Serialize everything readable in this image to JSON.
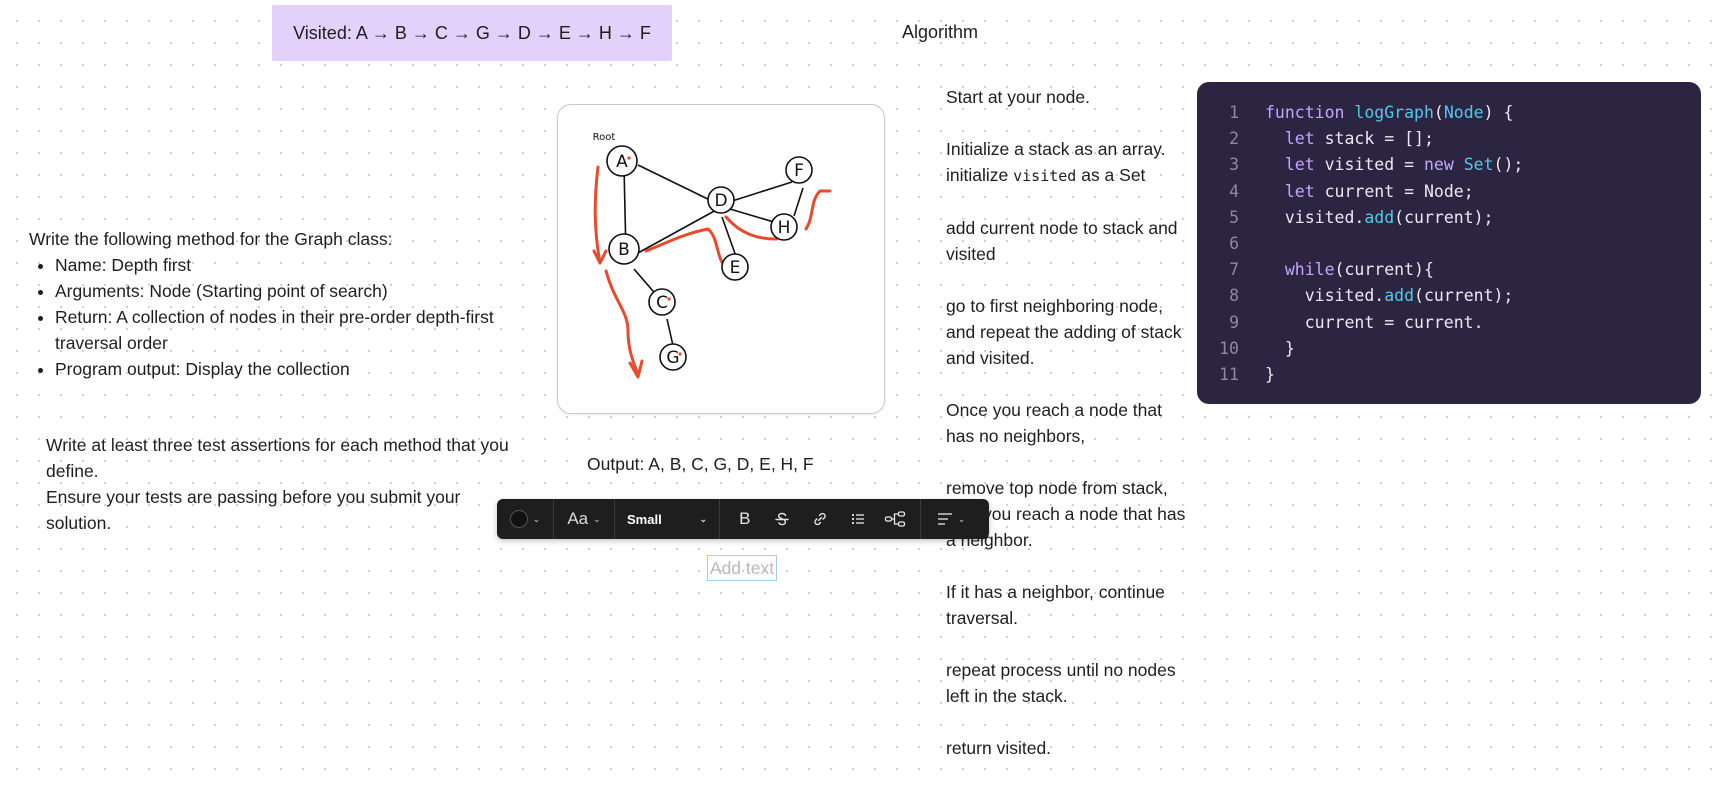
{
  "visited_banner": "Visited: A → B → C → G → D → E → H → F",
  "algorithm_title": "Algorithm",
  "instructions": {
    "intro": "Write the following method for the Graph class:",
    "bullets": [
      "Name: Depth first",
      "Arguments: Node (Starting point of search)",
      "Return: A collection of nodes in their pre-order depth-first traversal order",
      "Program output: Display the collection"
    ]
  },
  "tests": {
    "line1": "Write at least three test assertions for each method that you define.",
    "line2": "Ensure your tests are passing before you submit your solution."
  },
  "graph": {
    "root_label": "Root",
    "nodes": [
      "A",
      "B",
      "C",
      "D",
      "E",
      "F",
      "G",
      "H"
    ],
    "edges": [
      [
        "A",
        "B"
      ],
      [
        "A",
        "D"
      ],
      [
        "B",
        "D"
      ],
      [
        "B",
        "C"
      ],
      [
        "C",
        "G"
      ],
      [
        "D",
        "E"
      ],
      [
        "D",
        "F"
      ],
      [
        "D",
        "H"
      ],
      [
        "F",
        "H"
      ]
    ]
  },
  "output_line": "Output: A, B, C, G, D, E, H, F",
  "steps": {
    "s1": "Start at your node.",
    "s2a": "Initialize a stack as an array.",
    "s2b_pre": "initialize ",
    "s2b_code": "visited",
    "s2b_post": " as a Set",
    "s3": "add current node to stack and visited",
    "s4": "go to first neighboring node, and repeat the adding of stack and visited.",
    "s5": "Once you reach a node that has no neighbors,",
    "s6": "remove top node from stack, until you reach a node that has a neighbor.",
    "s7": "If it has a neighbor, continue traversal.",
    "s8": "repeat process until no nodes left in the stack.",
    "s9": "return visited."
  },
  "code": {
    "line_numbers": [
      "1",
      "2",
      "3",
      "4",
      "5",
      "6",
      "7",
      "8",
      "9",
      "10",
      "11"
    ],
    "lines": [
      [
        {
          "t": "function ",
          "c": "kw"
        },
        {
          "t": "logGraph",
          "c": "fn"
        },
        {
          "t": "(",
          "c": ""
        },
        {
          "t": "Node",
          "c": "fn"
        },
        {
          "t": ") {",
          "c": ""
        }
      ],
      [
        {
          "t": "  ",
          "c": ""
        },
        {
          "t": "let",
          "c": "kw"
        },
        {
          "t": " stack = [];",
          "c": ""
        }
      ],
      [
        {
          "t": "  ",
          "c": ""
        },
        {
          "t": "let",
          "c": "kw"
        },
        {
          "t": " visited = ",
          "c": ""
        },
        {
          "t": "new",
          "c": "kw"
        },
        {
          "t": " ",
          "c": ""
        },
        {
          "t": "Set",
          "c": "fn"
        },
        {
          "t": "();",
          "c": ""
        }
      ],
      [
        {
          "t": "  ",
          "c": ""
        },
        {
          "t": "let",
          "c": "kw"
        },
        {
          "t": " current = Node;",
          "c": ""
        }
      ],
      [
        {
          "t": "  visited.",
          "c": ""
        },
        {
          "t": "add",
          "c": "fn"
        },
        {
          "t": "(current);",
          "c": ""
        }
      ],
      [
        {
          "t": "",
          "c": ""
        }
      ],
      [
        {
          "t": "  ",
          "c": ""
        },
        {
          "t": "while",
          "c": "kw"
        },
        {
          "t": "(current){",
          "c": ""
        }
      ],
      [
        {
          "t": "    visited.",
          "c": ""
        },
        {
          "t": "add",
          "c": "fn"
        },
        {
          "t": "(current);",
          "c": ""
        }
      ],
      [
        {
          "t": "    current = current.",
          "c": ""
        }
      ],
      [
        {
          "t": "  }",
          "c": ""
        }
      ],
      [
        {
          "t": "}",
          "c": ""
        }
      ]
    ]
  },
  "toolbar": {
    "font_icon_label": "Aa",
    "size_value": "Small",
    "bold_label": "B"
  },
  "add_text_placeholder": "Add text",
  "colors": {
    "banner": "#e3d0fb",
    "code_bg": "#2c2541",
    "keyword": "#c3a6ff",
    "function": "#4fc9e8",
    "annotation_red": "#ea4a2c",
    "toolbar_bg": "#1e1e1e"
  }
}
